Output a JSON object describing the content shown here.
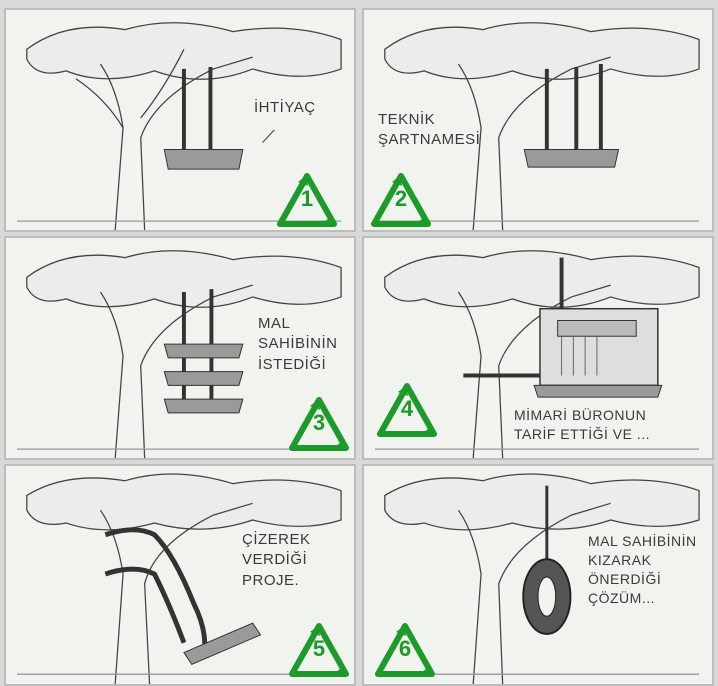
{
  "panels": [
    {
      "id": 1,
      "caption_lines": [
        "İHTİYAÇ"
      ],
      "number": "1"
    },
    {
      "id": 2,
      "caption_lines": [
        "TEKNİK",
        "ŞARTNAMESİ"
      ],
      "number": "2"
    },
    {
      "id": 3,
      "caption_lines": [
        "MAL",
        "SAHİBİNİN",
        "İSTEDİĞİ"
      ],
      "number": "3"
    },
    {
      "id": 4,
      "caption_lines": [
        "MİMARİ BÜRONUN",
        "TARİF ETTİĞİ VE ..."
      ],
      "number": "4"
    },
    {
      "id": 5,
      "caption_lines": [
        "ÇİZEREK",
        "VERDİĞİ",
        "PROJE."
      ],
      "number": "5"
    },
    {
      "id": 6,
      "caption_lines": [
        "MAL SAHİBİNİN",
        "KIZARAK",
        "ÖNERDİĞİ",
        "ÇÖZÜM..."
      ],
      "number": "6"
    }
  ],
  "icons": {
    "recycle": "recycle-triangle-icon"
  },
  "colors": {
    "recycle_green": "#1c9a2a",
    "panel_bg": "#f1f3ee",
    "ink": "#3a3a3a"
  }
}
